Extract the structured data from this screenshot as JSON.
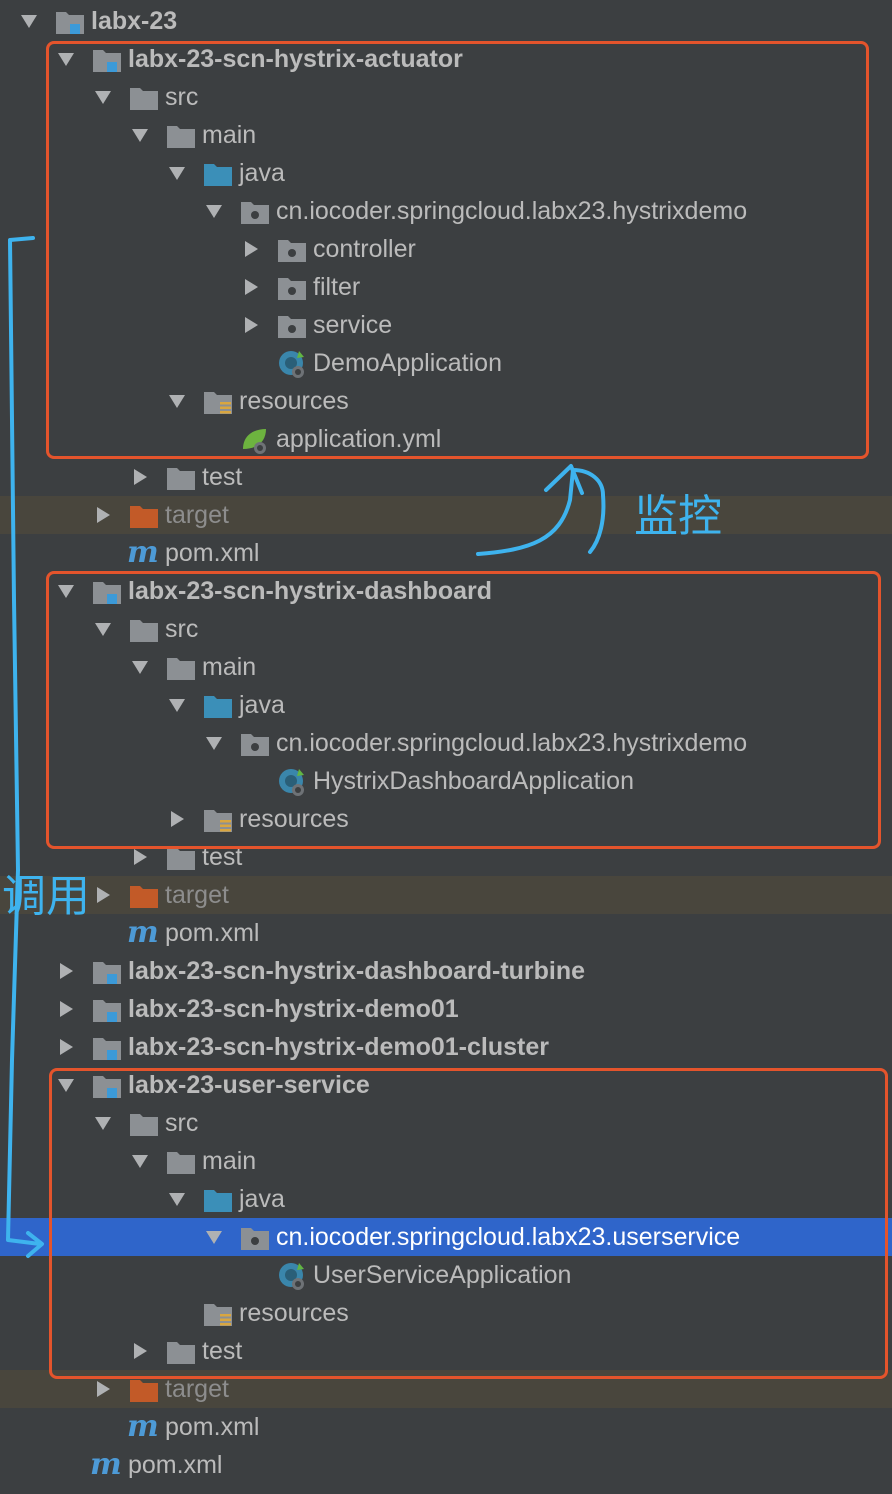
{
  "tree": {
    "rows": [
      {
        "label": "labx-23",
        "bold": true,
        "arrow": "exp",
        "icon": "module-folder-icon"
      },
      {
        "label": "labx-23-scn-hystrix-actuator",
        "bold": true,
        "arrow": "exp",
        "icon": "module-folder-icon"
      },
      {
        "label": "src",
        "arrow": "exp",
        "icon": "folder-icon"
      },
      {
        "label": "main",
        "arrow": "exp",
        "icon": "folder-icon"
      },
      {
        "label": "java",
        "arrow": "exp",
        "icon": "source-folder-icon"
      },
      {
        "label": "cn.iocoder.springcloud.labx23.hystrixdemo",
        "arrow": "exp",
        "icon": "package-icon"
      },
      {
        "label": "controller",
        "arrow": "col",
        "icon": "package-icon"
      },
      {
        "label": "filter",
        "arrow": "col",
        "icon": "package-icon"
      },
      {
        "label": "service",
        "arrow": "col",
        "icon": "package-icon"
      },
      {
        "label": "DemoApplication",
        "arrow": "none",
        "icon": "spring-boot-class-icon"
      },
      {
        "label": "resources",
        "arrow": "exp",
        "icon": "resources-folder-icon"
      },
      {
        "label": "application.yml",
        "arrow": "none",
        "icon": "spring-yml-icon"
      },
      {
        "label": "test",
        "arrow": "col",
        "icon": "folder-icon"
      },
      {
        "label": "target",
        "arrow": "col",
        "icon": "excluded-folder-icon",
        "excluded": true
      },
      {
        "label": "pom.xml",
        "arrow": "none",
        "icon": "maven-icon"
      },
      {
        "label": "labx-23-scn-hystrix-dashboard",
        "bold": true,
        "arrow": "exp",
        "icon": "module-folder-icon"
      },
      {
        "label": "src",
        "arrow": "exp",
        "icon": "folder-icon"
      },
      {
        "label": "main",
        "arrow": "exp",
        "icon": "folder-icon"
      },
      {
        "label": "java",
        "arrow": "exp",
        "icon": "source-folder-icon"
      },
      {
        "label": "cn.iocoder.springcloud.labx23.hystrixdemo",
        "arrow": "exp",
        "icon": "package-icon"
      },
      {
        "label": "HystrixDashboardApplication",
        "arrow": "none",
        "icon": "spring-boot-class-icon"
      },
      {
        "label": "resources",
        "arrow": "col",
        "icon": "resources-folder-icon"
      },
      {
        "label": "test",
        "arrow": "col",
        "icon": "folder-icon"
      },
      {
        "label": "target",
        "arrow": "col",
        "icon": "excluded-folder-icon",
        "excluded": true
      },
      {
        "label": "pom.xml",
        "arrow": "none",
        "icon": "maven-icon"
      },
      {
        "label": "labx-23-scn-hystrix-dashboard-turbine",
        "bold": true,
        "arrow": "col",
        "icon": "module-folder-icon"
      },
      {
        "label": "labx-23-scn-hystrix-demo01",
        "bold": true,
        "arrow": "col",
        "icon": "module-folder-icon"
      },
      {
        "label": "labx-23-scn-hystrix-demo01-cluster",
        "bold": true,
        "arrow": "col",
        "icon": "module-folder-icon"
      },
      {
        "label": "labx-23-user-service",
        "bold": true,
        "arrow": "exp",
        "icon": "module-folder-icon"
      },
      {
        "label": "src",
        "arrow": "exp",
        "icon": "folder-icon"
      },
      {
        "label": "main",
        "arrow": "exp",
        "icon": "folder-icon"
      },
      {
        "label": "java",
        "arrow": "exp",
        "icon": "source-folder-icon"
      },
      {
        "label": "cn.iocoder.springcloud.labx23.userservice",
        "arrow": "exp",
        "icon": "package-icon",
        "selected": true
      },
      {
        "label": "UserServiceApplication",
        "arrow": "none",
        "icon": "spring-boot-class-icon"
      },
      {
        "label": "resources",
        "arrow": "none",
        "icon": "resources-folder-icon"
      },
      {
        "label": "test",
        "arrow": "col",
        "icon": "folder-icon"
      },
      {
        "label": "target",
        "arrow": "col",
        "icon": "excluded-folder-icon",
        "excluded": true
      },
      {
        "label": "pom.xml",
        "arrow": "none",
        "icon": "maven-icon"
      },
      {
        "label": "pom.xml",
        "arrow": "none",
        "icon": "maven-icon"
      }
    ]
  },
  "annotations": {
    "monitor_label": "监控",
    "call_label": "调用"
  },
  "colors": {
    "background": "#3c3f41",
    "selection": "#2f65ca",
    "excluded_row": "#49463d",
    "highlight_box": "#e4542c",
    "annotation": "#3eb3ee"
  }
}
